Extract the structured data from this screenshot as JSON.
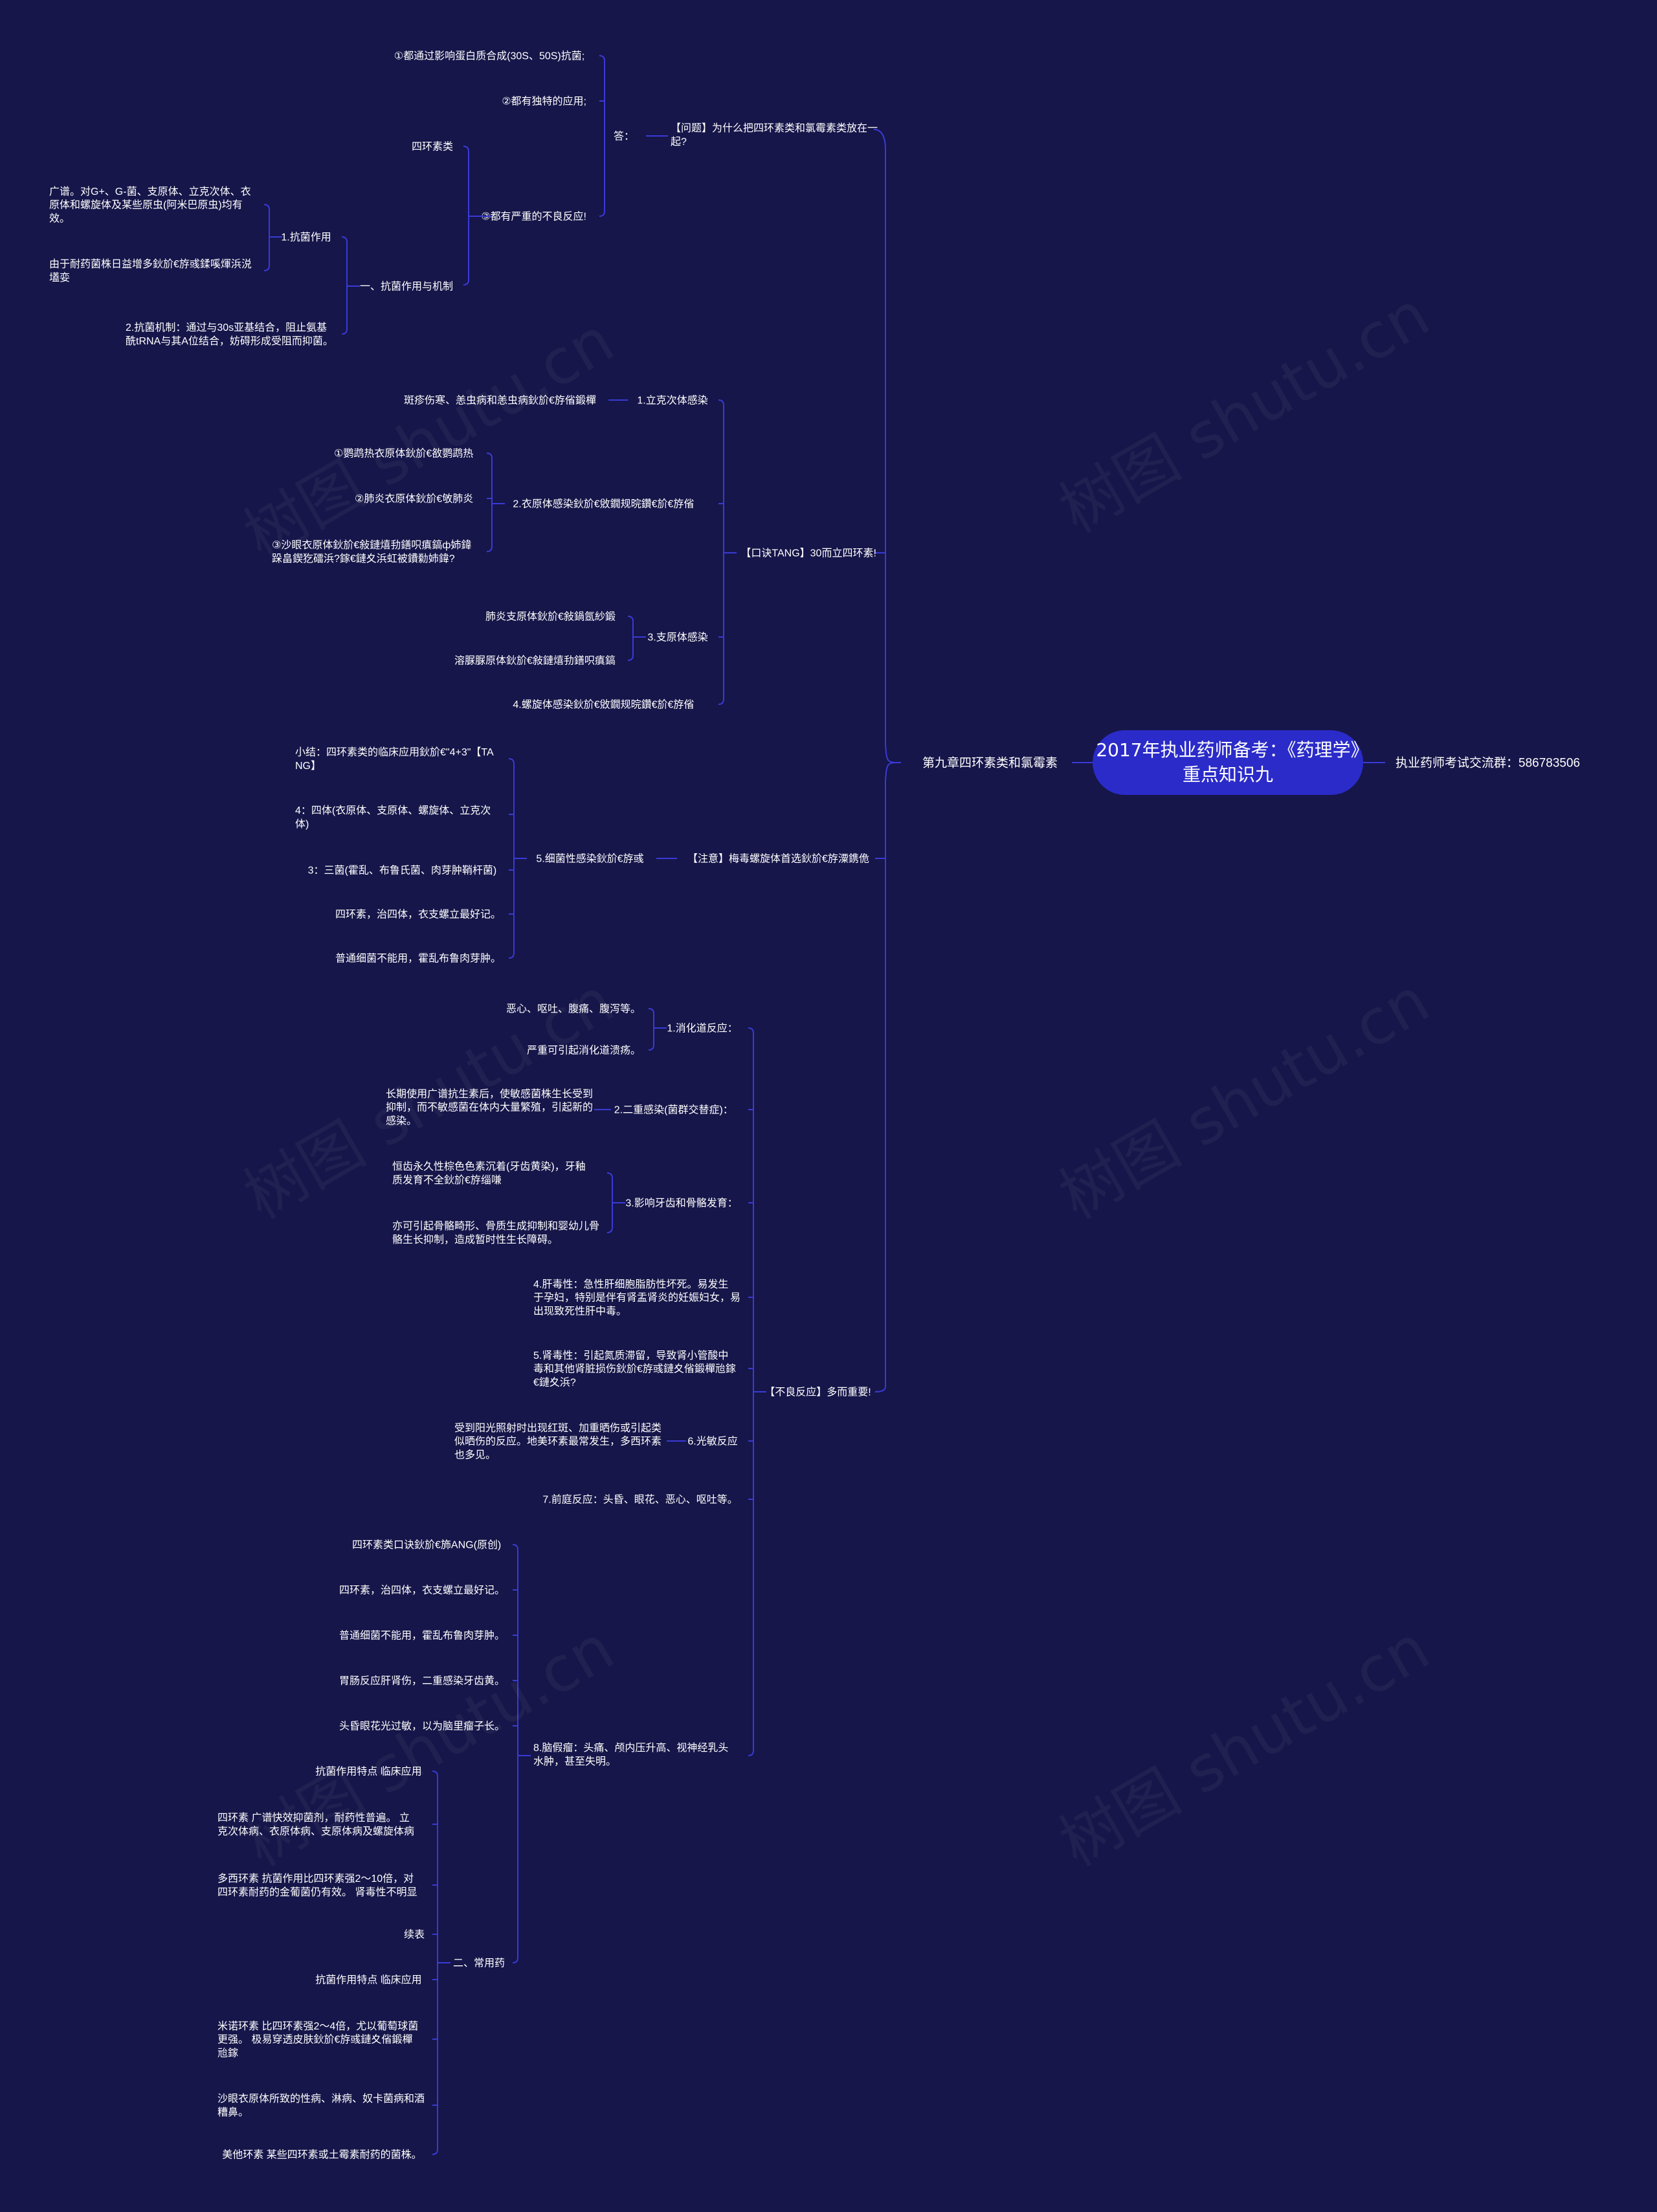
{
  "colors": {
    "background": "#16164a",
    "root": "#2b2bc9",
    "line": "#3a3ad6",
    "text": "#ffffff"
  },
  "root": "2017年执业药师备考：《药理学》重点知识九",
  "right_node": "执业药师考试交流群：586783506",
  "chapter": "第九章四环素类和氯霉素",
  "watermark": "树图 shutu.cn",
  "branches": {
    "q": {
      "label": "【问题】为什么把四环素类和氯霉素类放在一起?",
      "answer": "答：",
      "a1": "①都通过影响蛋白质合成(30S、50S)抗菌;",
      "a2": "②都有独特的应用;",
      "a3": "③都有严重的不良反应!",
      "tet": "四环素类",
      "mech": "一、抗菌作用与机制",
      "m1": "1.抗菌作用",
      "m1a": "广谱。对G+、G-菌、支原体、立克次体、衣原体和螺旋体及某些原虫(阿米巴原虫)均有效。",
      "m1b": "由于耐药菌株日益增多鈥斺€斿彧鍒嗘煇浜涚壒娈",
      "m2": "2.抗菌机制：通过与30s亚基结合，阻止氨基酰tRNA与其A位结合，妨碍形成受阻而抑菌。"
    },
    "tang": {
      "label": "【口诀TANG】30而立四环素!",
      "r1": "1.立克次体感染",
      "r1a": "斑疹伤寒、恙虫病和恙虫病鈥斺€斿偗鍛樿",
      "r2": "2.衣原体感染鈥斺€敓鐗规晥鑽€斺€斿偗",
      "r2a": "①鹦鹉热衣原体鈥斺€敋鹦鹉热",
      "r2b": "②肺炎衣原体鈥斺€敂肺炎",
      "r2c": "③沙眼衣原体鈥斺€敍鏈熺劧鐥呮瘨鎬ф姉鍏跺畠鍥犵礌浜?鎵€鏈夊浜虹被鐨勬姉鍏?",
      "r3": "3.支原体感染",
      "r3a": "肺炎支原体鈥斺€敍鍋氬紗鍛",
      "r3b": "溶脲脲原体鈥斺€敍鏈熺劧鐥呮瘨鎬",
      "r4": "4.螺旋体感染鈥斺€敓鐗规晥鑽€斺€斿偗"
    },
    "note": {
      "label": "【注意】梅毒螺旋体首选鈥斺€斿潥鎸佹",
      "r5": "5.细菌性感染鈥斺€斿彧",
      "r5a": "小结：四环素类的临床应用鈥斺€\"4+3\"【TANG】",
      "r5b": "4：四体(衣原体、支原体、螺旋体、立克次体)",
      "r5c": "3：三菌(霍乱、布鲁氏菌、肉芽肿鞘杆菌)",
      "r5d": "四环素，治四体，衣支螺立最好记。",
      "r5e": "普通细菌不能用，霍乱布鲁肉芽肿。"
    },
    "adv": {
      "label": "【不良反应】多而重要!",
      "d1": "1.消化道反应：",
      "d1a": "恶心、呕吐、腹痛、腹泻等。",
      "d1b": "严重可引起消化道溃疡。",
      "d2": "2.二重感染(菌群交替症)：",
      "d2a": "长期使用广谱抗生素后，使敏感菌株生长受到抑制，而不敏感菌在体内大量繁殖，引起新的感染。",
      "d3": "3.影响牙齿和骨骼发育：",
      "d3a": "恒齿永久性棕色色素沉着(牙齿黄染)，牙釉质发育不全鈥斺€斿缁嗛",
      "d3b": "亦可引起骨骼畸形、骨质生成抑制和婴幼儿骨骼生长抑制，造成暂时性生长障碍。",
      "d4": "4.肝毒性：急性肝细胞脂肪性坏死。易发生于孕妇，特别是伴有肾盂肾炎的妊娠妇女，易出现致死性肝中毒。",
      "d5": "5.肾毒性：引起氮质滞留，导致肾小管酸中毒和其他肾脏损伤鈥斺€斿彧鏈夊偗鍛樿兘鎵€鏈夊浜?",
      "d6": "6.光敏反应",
      "d6a": "受到阳光照射时出现红斑、加重晒伤或引起类似晒伤的反应。地美环素最常发生，多西环素也多见。",
      "d7": "7.前庭反应：头昏、眼花、恶心、呕吐等。",
      "d8": "8.脑假瘤：头痛、颅内压升高、视神经乳头水肿，甚至失明。",
      "k0": "四环素类口诀鈥斺€斾ANG(原创)",
      "k1": "四环素，治四体，衣支螺立最好记。",
      "k2": "普通细菌不能用，霍乱布鲁肉芽肿。",
      "k3": "胃肠反应肝肾伤，二重感染牙齿黄。",
      "k4": "头昏眼花光过敏，以为脑里瘤子长。",
      "drugs": "二、常用药",
      "c1": "抗菌作用特点 临床应用",
      "c2": "四环素 广谱快效抑菌剂，耐药性普遍。 立克次体病、衣原体病、支原体病及螺旋体病",
      "c3": "多西环素 抗菌作用比四环素强2～10倍，对四环素耐药的金葡菌仍有效。 肾毒性不明显",
      "c4": "续表",
      "c5": "抗菌作用特点 临床应用",
      "c6": "米诺环素 比四环素强2～4倍，尤以葡萄球菌更强。 极易穿透皮肤鈥斺€斿彧鏈夊偗鍛樿兘鎵",
      "c7": "沙眼衣原体所致的性病、淋病、奴卡菌病和酒糟鼻。",
      "c8": "美他环素 某些四环素或土霉素耐药的菌株。"
    }
  }
}
